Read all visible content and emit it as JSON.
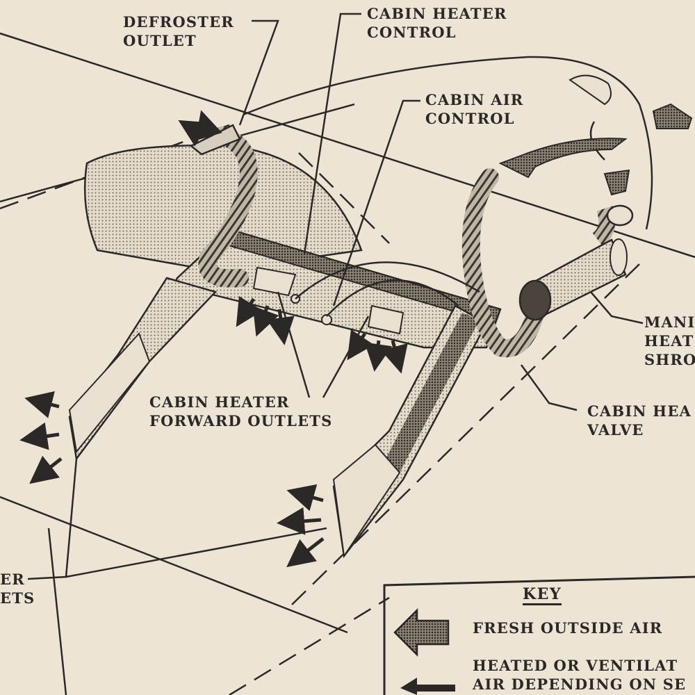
{
  "labels": {
    "defroster_outlet": [
      "DEFROSTER",
      "OUTLET"
    ],
    "cabin_heater_control": [
      "CABIN HEATER",
      "CONTROL"
    ],
    "cabin_air_control": [
      "CABIN AIR",
      "CONTROL"
    ],
    "manifold_heat_shroud": [
      "MANI",
      "HEAT",
      "SHRO"
    ],
    "cabin_heat_valve": [
      "CABIN HEA",
      "VALVE"
    ],
    "cabin_heater_forward_outlets": [
      "CABIN HEATER",
      "FORWARD OUTLETS"
    ],
    "cabin_heater_aft_outlets": [
      "ER",
      "ETS"
    ]
  },
  "key": {
    "title": "KEY",
    "items": [
      {
        "icon": "fresh-air-arrow-icon",
        "lines": [
          "FRESH OUTSIDE AIR"
        ]
      },
      {
        "icon": "heated-air-arrow-icon",
        "lines": [
          "HEATED OR VENTILAT",
          "AIR DEPENDING ON SE"
        ]
      }
    ]
  },
  "colors": {
    "paper": "#ece5d6",
    "ink": "#2b2825",
    "stipple": "#d8d0be"
  }
}
